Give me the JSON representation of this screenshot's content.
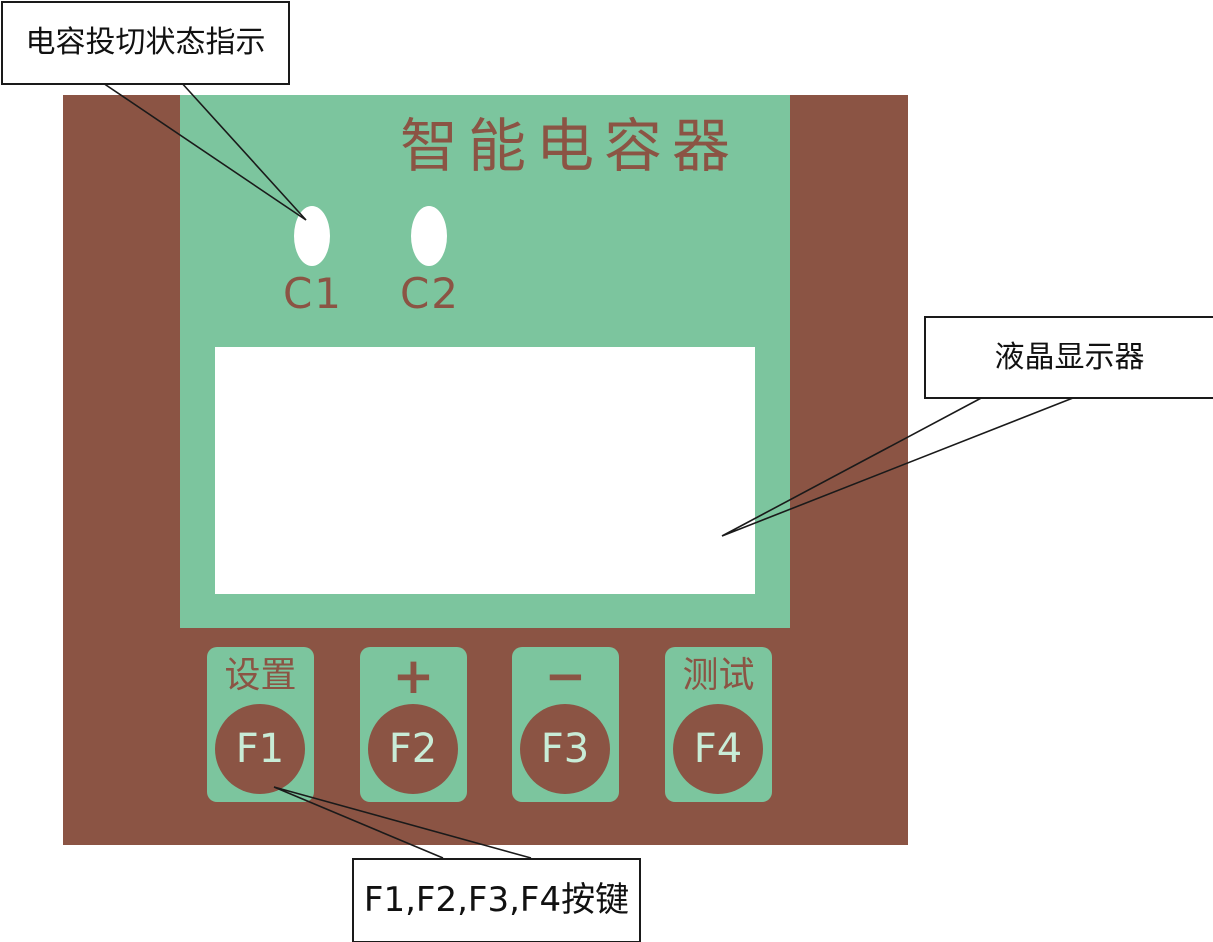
{
  "colors": {
    "body": "#8b5444",
    "panel": "#7cc59e",
    "accent_text": "#8b5444",
    "led": "#ffffff",
    "lcd": "#ffffff",
    "key_button": "#8b5444",
    "key_button_text": "#c8ecd7",
    "line": "#1a1a1a"
  },
  "device": {
    "title": "智能电容器",
    "leds": [
      {
        "label": "C1"
      },
      {
        "label": "C2"
      }
    ],
    "keys": [
      {
        "label": "设置",
        "button": "F1"
      },
      {
        "label": "+",
        "button": "F2"
      },
      {
        "label": "−",
        "button": "F3"
      },
      {
        "label": "测试",
        "button": "F4"
      }
    ]
  },
  "callouts": {
    "led_indicator": "电容投切状态指示",
    "lcd_display": "液晶显示器",
    "function_keys": "F1,F2,F3,F4按键"
  }
}
